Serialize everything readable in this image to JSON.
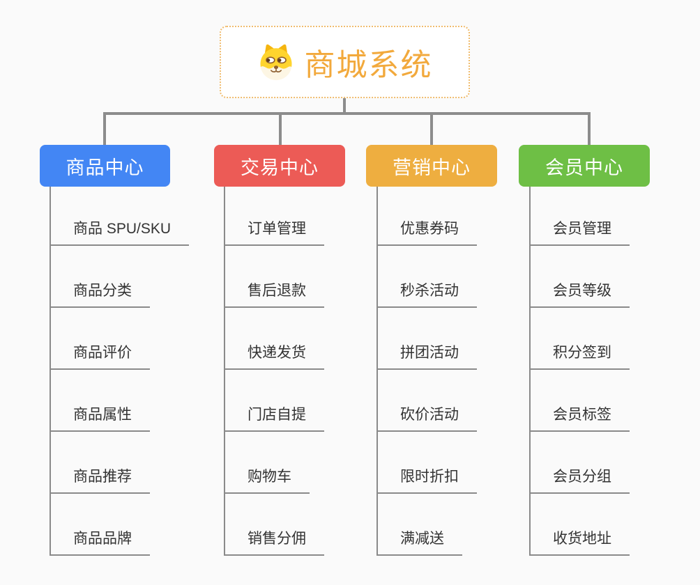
{
  "background_color": "#fafafa",
  "connector_color": "#8c8c8c",
  "child_line_color": "#8a8a8a",
  "root": {
    "title": "商城系统",
    "title_color": "#f2a93c",
    "border_color": "#f0bc6e",
    "icon": "dog-face-icon"
  },
  "branches": [
    {
      "label": "商品中心",
      "color": "#4386f4",
      "children": [
        "商品 SPU/SKU",
        "商品分类",
        "商品评价",
        "商品属性",
        "商品推荐",
        "商品品牌"
      ]
    },
    {
      "label": "交易中心",
      "color": "#ec5b56",
      "children": [
        "订单管理",
        "售后退款",
        "快递发货",
        "门店自提",
        "购物车",
        "销售分佣"
      ]
    },
    {
      "label": "营销中心",
      "color": "#eeae40",
      "children": [
        "优惠券码",
        "秒杀活动",
        "拼团活动",
        "砍价活动",
        "限时折扣",
        "满减送"
      ]
    },
    {
      "label": "会员中心",
      "color": "#6ebf45",
      "children": [
        "会员管理",
        "会员等级",
        "积分签到",
        "会员标签",
        "会员分组",
        "收货地址"
      ]
    }
  ]
}
